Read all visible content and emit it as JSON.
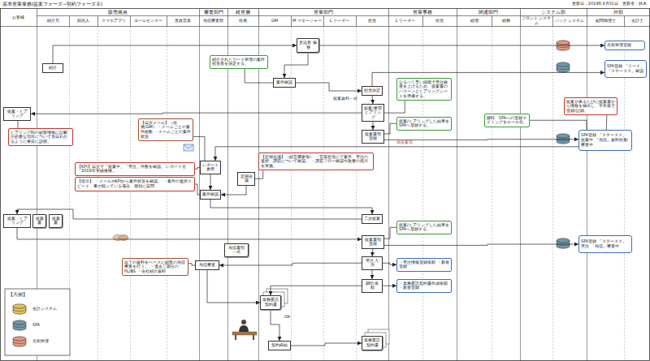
{
  "diagram": {
    "title": "基本営業業務(提案フェーズ~契約フェーズ②)",
    "nodes": [
      {
        "text": [
          "紹介"
        ]
      },
      {
        "text": [
          "見込客 振替"
        ]
      },
      {
        "text": [
          "案件確認"
        ]
      },
      {
        "text": [
          "担当決定"
        ]
      },
      {
        "text": [
          "提案/要望 ヒアリング"
        ]
      },
      {
        "text": [
          "提案書類 登録"
        ]
      },
      {
        "text": [
          "提案・ヒアリング"
        ]
      },
      {
        "text": [
          "レポート 参照"
        ]
      },
      {
        "text": [
          "案件確認"
        ]
      },
      {
        "text": [
          "定例会議"
        ]
      },
      {
        "text": [
          "提案・ヒアリング"
        ]
      },
      {
        "text": [
          "提案書"
        ]
      },
      {
        "text": [
          "提案書"
        ]
      },
      {
        "text": [
          "二次提案"
        ]
      },
      {
        "text": [
          "提案書類 登録"
        ]
      },
      {
        "text": [
          "受注 入力"
        ]
      },
      {
        "text": [
          "与信審査"
        ]
      },
      {
        "text": [
          "与信書類一式"
        ]
      },
      {
        "text": [
          "調印 依頼"
        ]
      },
      {
        "text": [
          "業務委託 契約書"
        ]
      },
      {
        "text": [
          "契約締結"
        ]
      },
      {
        "text": [
          "業務委託 契約書"
        ]
      },
      {
        "text": [
          "名刺管理登録"
        ]
      },
      {
        "text": [
          "SFA登録 「リード」「ステータス」確認"
        ]
      },
      {
        "text": [
          "SFA登録 「ステータス」提案中 「与信」資料収集/審査中"
        ]
      },
      {
        "text": [
          "SFA登録 「ステータス」受注 「与信」審査中"
        ]
      },
      {
        "text": [
          "紹介されたカード管理の案件担当者を決定する。"
        ]
      },
      {
        "text": [
          "なるべく早い段階で受注確度を上げるため、提案書のパターンとヒアリングシートを準備する。"
        ]
      },
      {
        "text": [
          "提案/ヒアリングした結果をSFAへ登録する。"
        ]
      },
      {
        "text": [
          "随時、SFAへの登録タイミングをルール化。"
        ]
      },
      {
        "text": [
          "ヒアリング時の顧客情報に記載が必要な項目について当日わかるように事前に説明。"
        ]
      },
      {
        "text": [
          "【日次メール】（役員/GM） ・チームごとの案件総数 ・チームごとの案件状況"
        ]
      },
      {
        "text": [
          "【KPI】日次で「提案中」「受注」件数を確認。 レポート名「2019年実績推移」"
        ]
      },
      {
        "text": [
          "【指示】 ・メールやKPIから案件状況を確認。 ・案件の進捗スピード、量が鈍っている場合、個別に質問"
        ]
      },
      {
        "text": [
          "【定例会議】（経営層参加） ・営業担当にて案件、受注の進捗、課題について確認。 ・課題フロー確認や改善の指示を実施。"
        ]
      },
      {
        "text": [
          "提案/ヒアリングした結果をSFAへ登録する。"
        ]
      },
      {
        "text": [
          "・受注情報登録依頼 ・新規登録"
        ]
      },
      {
        "text": [
          "・業務委託契約書作成依頼 ・新規登録"
        ]
      },
      {
        "text": [
          "提案が来るたびに提案書から情報を抽出し、手作業で登録/記録。"
        ]
      },
      {
        "text": [
          "以下の資料をベースに顧客の与信審査を行う。 ・過去三期分のPL/BS ・会社紹介資料"
        ]
      }
    ],
    "edges": [
      {
        "from": 0,
        "to": 1,
        "arrow": "to"
      },
      {
        "from": 1,
        "to": 2,
        "arrow": "to"
      },
      {
        "from": 1,
        "to": 22,
        "arrow": "to"
      },
      {
        "from": 2,
        "to": 3,
        "arrow": "to"
      },
      {
        "from": 3,
        "to": 23,
        "arrow": "to"
      },
      {
        "from": 3,
        "to": 4,
        "arrow": "to"
      },
      {
        "from": 4,
        "to": 6,
        "arrow": "to"
      },
      {
        "from": 4,
        "to": 5,
        "arrow": "to"
      },
      {
        "from": 5,
        "to": 24,
        "arrow": "to"
      },
      {
        "from": 24,
        "to": 7,
        "arrow": "to"
      },
      {
        "from": 7,
        "to": 8,
        "arrow": "to"
      },
      {
        "from": 9,
        "to": 8,
        "arrow": "to"
      },
      {
        "from": 8,
        "to": 13,
        "arrow": "to"
      },
      {
        "from": 13,
        "to": 10,
        "arrow": "to"
      },
      {
        "from": 10,
        "to": 14,
        "arrow": "to"
      },
      {
        "from": 14,
        "to": 15,
        "arrow": "to"
      },
      {
        "from": 14,
        "to": 25,
        "arrow": "to"
      },
      {
        "from": 15,
        "to": 16,
        "arrow": "to"
      },
      {
        "from": 15,
        "to": 36,
        "arrow": "to"
      },
      {
        "from": 15,
        "to": 18,
        "arrow": "to"
      },
      {
        "from": 18,
        "to": 37,
        "arrow": "to"
      },
      {
        "from": 18,
        "to": 19,
        "arrow": "to"
      },
      {
        "from": 16,
        "to": 19,
        "arrow": "to"
      },
      {
        "from": 19,
        "to": 20,
        "arrow": "to"
      },
      {
        "from": 20,
        "to": 21,
        "arrow": "to"
      },
      {
        "from": 26,
        "to": 2,
        "arrow": "none"
      },
      {
        "from": 27,
        "to": 4,
        "arrow": "none"
      },
      {
        "from": 28,
        "to": 5,
        "arrow": "none"
      },
      {
        "from": 29,
        "to": 24,
        "arrow": "none"
      },
      {
        "from": 30,
        "to": 6,
        "arrow": "none"
      },
      {
        "from": 31,
        "to": 7,
        "arrow": "none"
      },
      {
        "from": 32,
        "to": 7,
        "arrow": "none"
      },
      {
        "from": 33,
        "to": 8,
        "arrow": "none"
      },
      {
        "from": 34,
        "to": 9,
        "arrow": "none"
      },
      {
        "from": 35,
        "to": 14,
        "arrow": "none"
      },
      {
        "from": 38,
        "to": 24,
        "arrow": "none"
      },
      {
        "from": 39,
        "to": 16,
        "arrow": "none"
      }
    ],
    "labels": [
      "更新日：2019年8月31日　更新者：鈴木",
      "販売拠点",
      "審査部門",
      "経営層",
      "営業部門",
      "営業事務",
      "関連部門",
      "システム部",
      "外部",
      "お客様",
      "紹介元",
      "卸売人",
      "スマホアプリ",
      "コールセンター",
      "直販営業",
      "与信審査部",
      "役員",
      "GM",
      "M マネージャー",
      "L リーダー",
      "担当",
      "L リーダー",
      "担当",
      "経理",
      "総務",
      "フロント システム",
      "バック システム",
      "顧問税理士",
      "会計士",
      "提案資料一式",
      "再提案等",
      "OK",
      "【凡例】"
    ],
    "legend": [
      {
        "text": "会計システム",
        "color": "#e8c25a"
      },
      {
        "text": "SFA",
        "color": "#6f98a8"
      },
      {
        "text": "名刺管理",
        "color": "#e8967a"
      }
    ]
  }
}
